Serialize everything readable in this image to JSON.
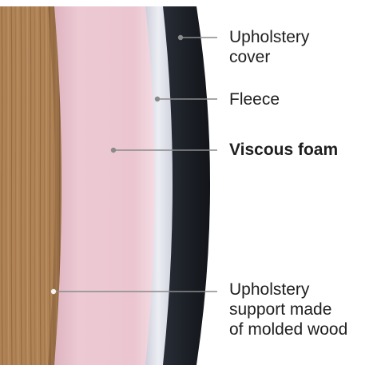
{
  "diagram": {
    "labels": {
      "cover": "Upholstery\ncover",
      "fleece": "Fleece",
      "foam": "Viscous foam",
      "support": "Upholstery\nsupport made\nof molded wood"
    }
  },
  "colors": {
    "wood": "#b08356",
    "wood_grain": "#8a6037",
    "foam": "#e9c6d0",
    "fleece": "#dfe0e8",
    "cover": "#1e2229",
    "leader_line": "#8a8a8a"
  }
}
